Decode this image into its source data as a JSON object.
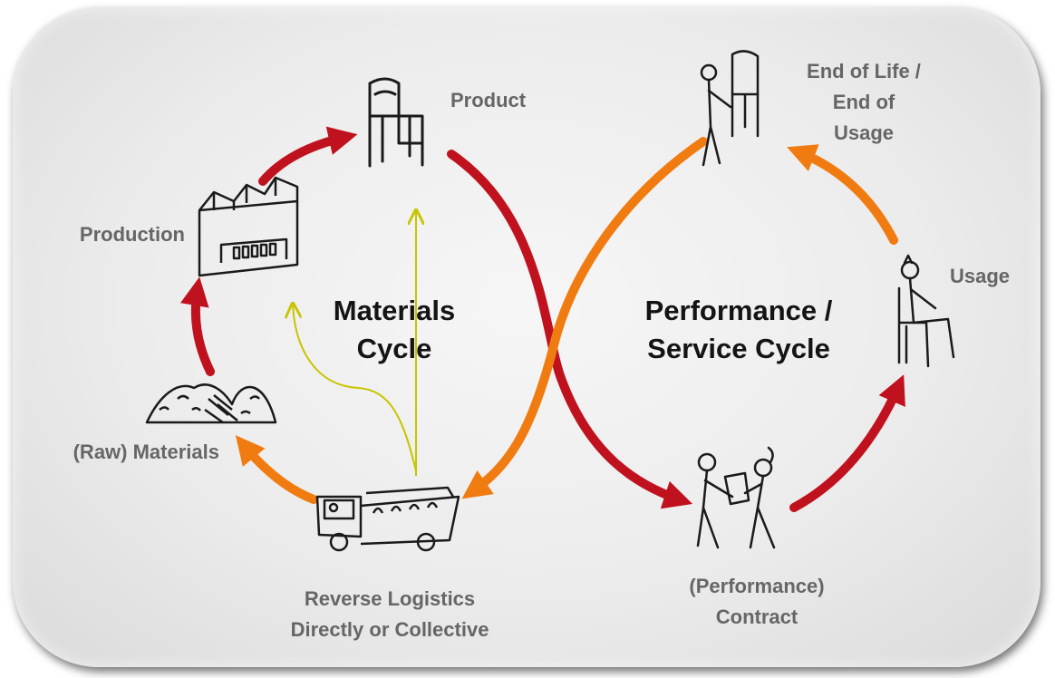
{
  "materials_cycle": {
    "title_line1": "Materials",
    "title_line2": "Cycle"
  },
  "service_cycle": {
    "title_line1": "Performance /",
    "title_line2": "Service Cycle"
  },
  "nodes": {
    "product": "Product",
    "production": "Production",
    "raw_materials": "(Raw) Materials",
    "reverse_logistics_line1": "Reverse Logistics",
    "reverse_logistics_line2": "Directly or Collective",
    "contract_line1": "(Performance)",
    "contract_line2": "Contract",
    "usage": "Usage",
    "end_of_life_line1": "End of Life /",
    "end_of_life_line2": "End of",
    "end_of_life_line3": "Usage"
  },
  "colors": {
    "materials_arrow": "#c0121e",
    "service_arrow": "#f07c11",
    "annotation_arrow": "#c8c400",
    "label_text": "#666666",
    "title_text": "#141414",
    "sketch": "#1a1a1a"
  },
  "icons": [
    "chair-icon",
    "factory-icon",
    "raw-materials-icon",
    "truck-icon",
    "contract-people-icon",
    "seated-person-icon",
    "person-with-chair-icon"
  ]
}
